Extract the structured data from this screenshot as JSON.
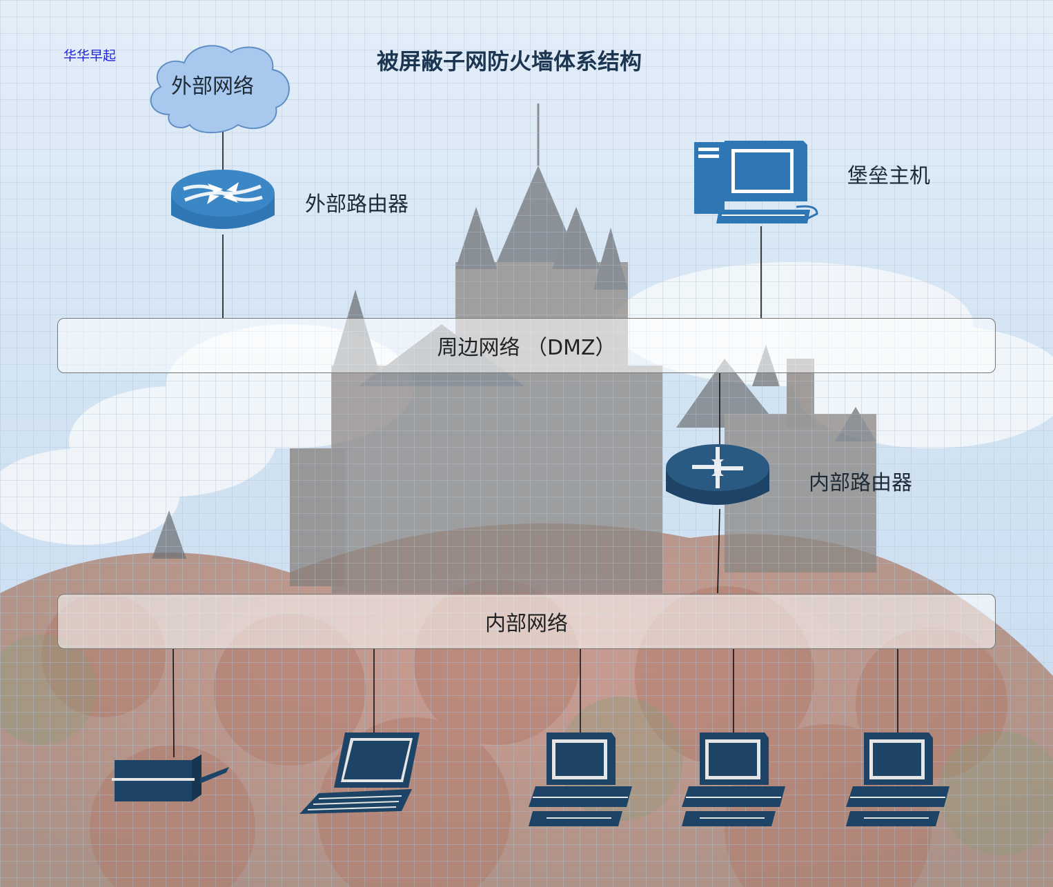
{
  "diagram": {
    "title": "被屏蔽子网防火墙体系结构",
    "watermark": "华华早起",
    "nodes": {
      "external_network": "外部网络",
      "external_router": "外部路由器",
      "bastion_host": "堡垒主机",
      "dmz": "周边网络 （DMZ）",
      "internal_router": "内部路由器",
      "internal_network": "内部网络"
    },
    "clients": [
      "printer-icon",
      "laptop-icon",
      "desktop-icon",
      "desktop-icon",
      "desktop-icon"
    ],
    "colors": {
      "icon": "#2f77b4",
      "icon_dark": "#1d4466",
      "cloud": "#a9c8ee",
      "grid": "#b8c6d6"
    }
  }
}
